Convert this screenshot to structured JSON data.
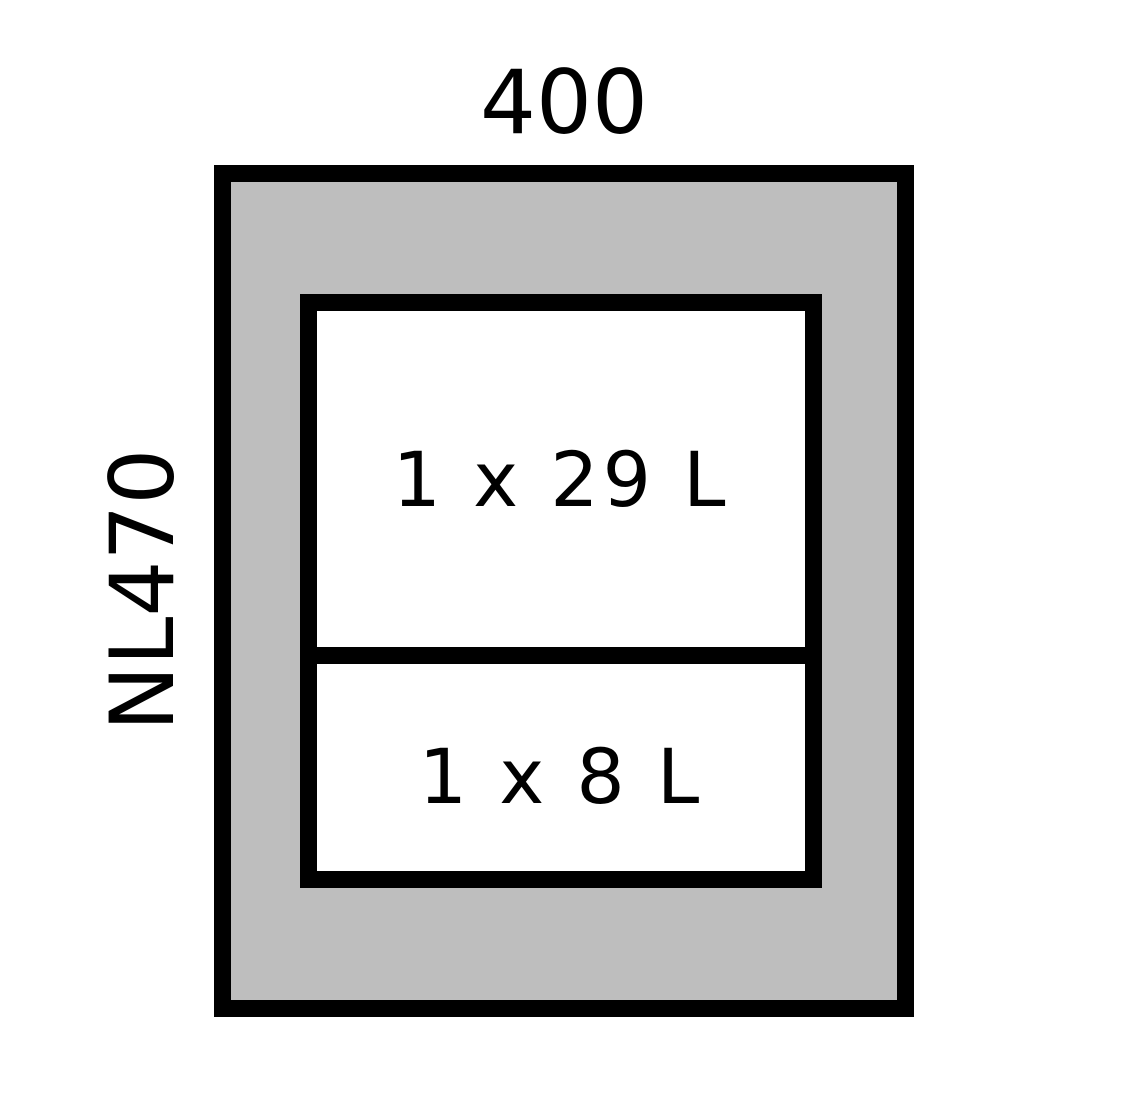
{
  "diagram": {
    "width_label": "400",
    "height_label": "NL470",
    "compartments": [
      {
        "label": "1 x 29 L"
      },
      {
        "label": "1 x 8 L"
      }
    ],
    "colors": {
      "frame": "#000000",
      "outer_fill": "#bebebe",
      "inner_fill": "#ffffff"
    }
  }
}
